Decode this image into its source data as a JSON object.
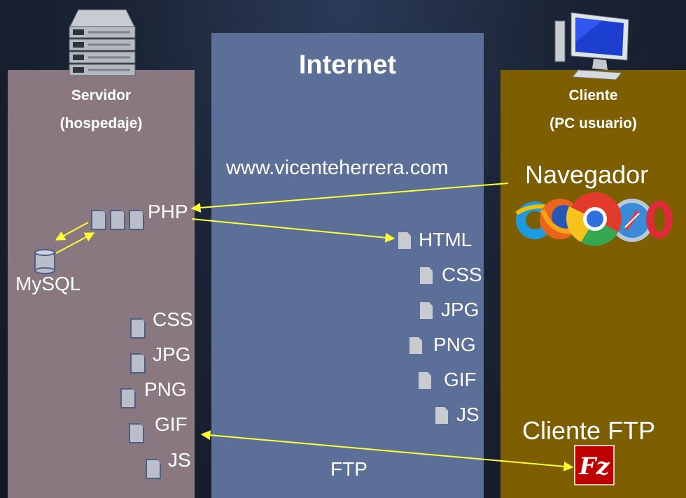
{
  "internet": {
    "title": "Internet",
    "url": "www.vicenteherrera.com",
    "ftp_label": "FTP",
    "files": [
      "HTML",
      "CSS",
      "JPG",
      "PNG",
      "GIF",
      "JS"
    ]
  },
  "server": {
    "title_line1": "Servidor",
    "title_line2": "(hospedaje)",
    "php_label": "PHP",
    "db_label": "MySQL",
    "files": [
      "CSS",
      "JPG",
      "PNG",
      "GIF",
      "JS"
    ]
  },
  "client": {
    "title_line1": "Cliente",
    "title_line2": "(PC usuario)",
    "browser_label": "Navegador",
    "ftp_client_label": "Cliente FTP",
    "ftp_logo_text": "Fz"
  },
  "colors": {
    "server_panel": "#8a7880",
    "internet_panel": "#5b6f98",
    "client_panel": "#7d5e00",
    "arrow": "#ffff33"
  },
  "icons": [
    "server-rack-icon",
    "desktop-pc-icon",
    "database-icon",
    "file-icon",
    "browser-logos-icon",
    "filezilla-icon"
  ]
}
